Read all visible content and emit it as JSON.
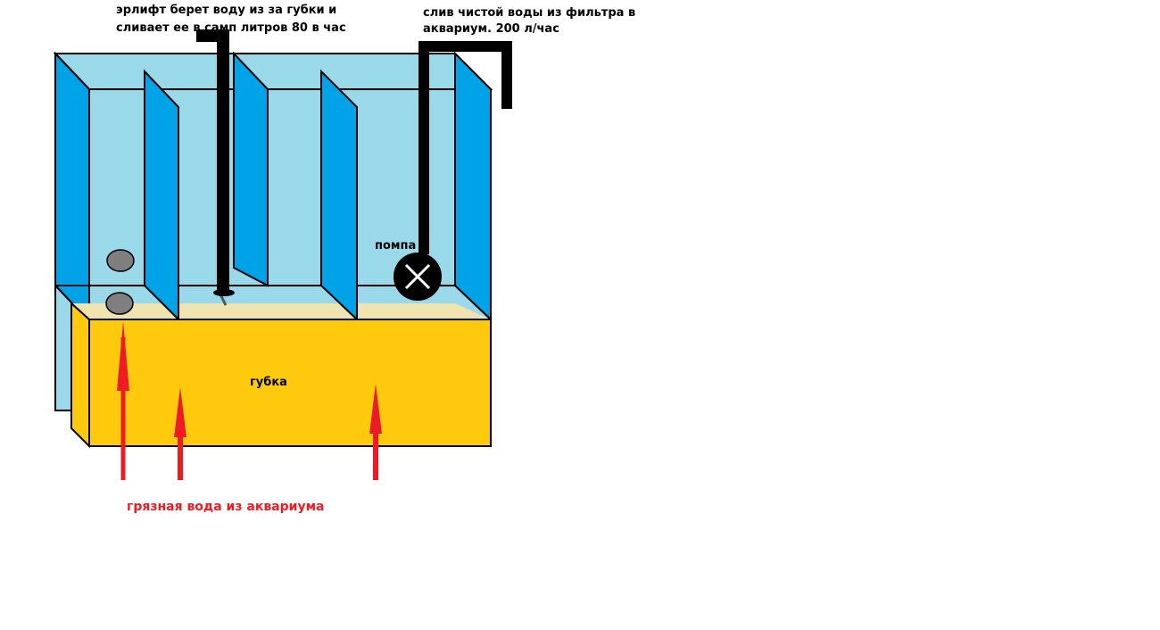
{
  "labels": {
    "airlift_line1": "эрлифт берет воду из за губки и",
    "airlift_line2": "сливает ее в самп литров 80 в час",
    "drain_line1": "слив чистой воды из фильтра в",
    "drain_line2": "аквариум. 200 л/час",
    "pump": "помпа",
    "sponge": "губка",
    "dirty_water": "грязная вода из аквариума"
  },
  "colors": {
    "water": "#99d9ea",
    "glass_partition": "#00a2e8",
    "sponge": "#ffc90e",
    "sand": "#efe4b0",
    "arrow": "#ed1c24",
    "pipe": "#000000",
    "stone": "#7f7f7f"
  },
  "icons": {
    "pump": "pump-x-icon",
    "airstone": "airstone-icon",
    "arrow": "arrow-up-icon"
  }
}
